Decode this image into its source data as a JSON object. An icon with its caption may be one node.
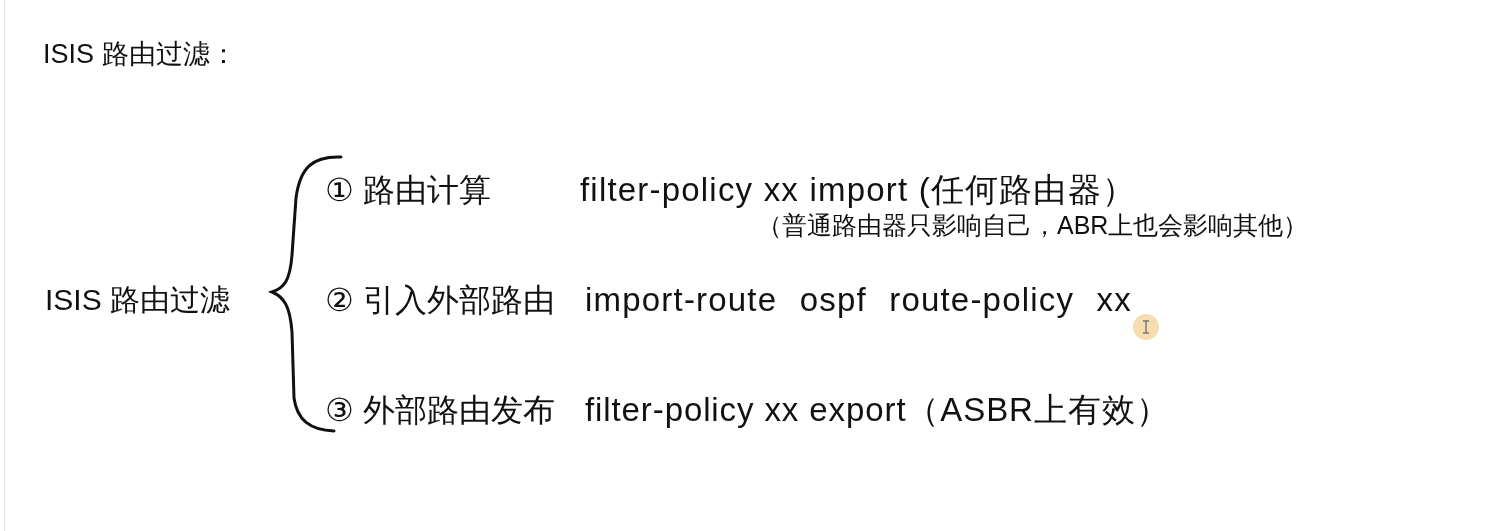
{
  "diagram": {
    "title": "ISIS 路由过滤：",
    "labels": [
      "ISIS 路由过滤",
      "① 路由计算",
      "filter-policy xx import (任何路由器）",
      "（普通路由器只影响自己，ABR上也会影响其他）",
      "② 引入外部路由",
      "import-route ospf route-policy xx",
      "③ 外部路由发布",
      "filter-policy xx export（ASBR上有效）"
    ]
  }
}
